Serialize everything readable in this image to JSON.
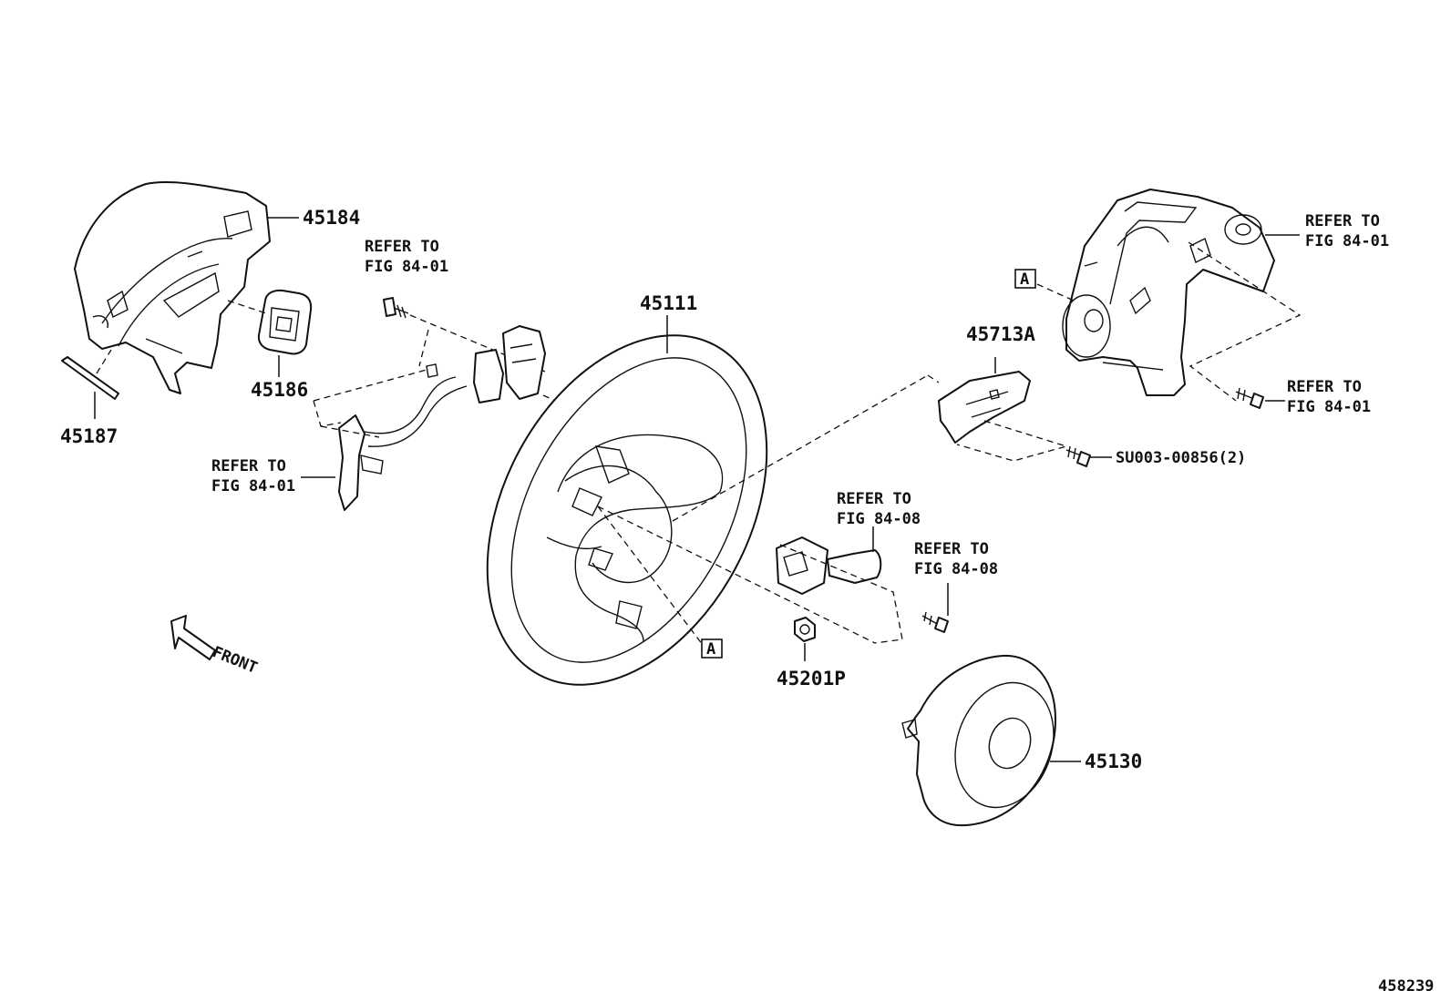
{
  "parts": {
    "p45184": "45184",
    "p45186": "45186",
    "p45187": "45187",
    "p45111": "45111",
    "p45713A": "45713A",
    "p45201P": "45201P",
    "p45130": "45130",
    "pSU003": "SU003-00856(2)"
  },
  "refs": {
    "ref_top_left": [
      "REFER TO",
      "FIG 84-01"
    ],
    "ref_left": [
      "REFER TO",
      "FIG 84-01"
    ],
    "ref_right_top": [
      "REFER TO",
      "FIG 84-01"
    ],
    "ref_right_mid": [
      "REFER TO",
      "FIG 84-01"
    ],
    "ref_center_a": [
      "REFER TO",
      "FIG 84-08"
    ],
    "ref_center_b": [
      "REFER TO",
      "FIG 84-08"
    ]
  },
  "markers": {
    "a_right": "A",
    "a_center": "A"
  },
  "front_label": "FRONT",
  "figure_number": "458239"
}
